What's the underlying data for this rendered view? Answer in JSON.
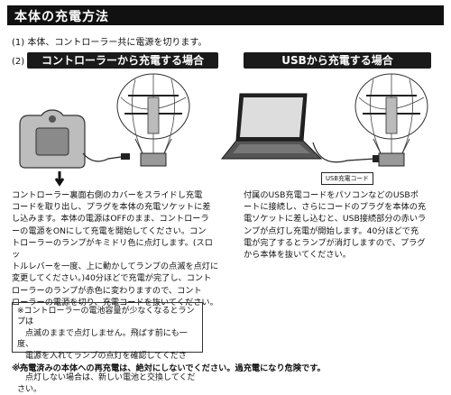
{
  "title": "本体の充電方法",
  "step1": "(1) 本体、コントローラー共に電源を切ります。",
  "step2_number": "(2)",
  "controller_section": {
    "header": "コントローラーから充電する場合",
    "text": "コントローラー裏面右側のカバーをスライドし充電\nコードを取り出し、プラグを本体の充電ソケットに差\nし込みます。本体の電源はOFFのまま、コントローラ\nーの電源をONにして充電を開始してください。コン\nトローラーのランプがキミドリ色に点灯します。(スロッ\nトルレバーを一度、上に動かしてランプの点滅を点灯に\n変更してください。)40分ほどで充電が完了し、コント\nローラーのランプが赤色に変わりますので、コント\nローラーの電源を切り、充電コードを抜いてください。"
  },
  "usb_section": {
    "header": "USBから充電する場合",
    "cable_label": "USB充電コード",
    "text": "付属のUSB充電コードをパソコンなどのUSBポ\nートに接続し、さらにコードのプラグを本体の充\n電ソケットに差し込むと、USB接続部分の赤いラ\nンプが点灯し充電が開始します。40分ほどで充\n電が完了するとランプが消灯しますので、プラグ\nから本体を抜いてください。"
  },
  "note": "※コントローラーの電池容量が少なくなるとランプは\n　点滅のままで点灯しません。飛ばす前にも一度、\n　電源を入れてランプの点灯を確認してください。\n　点灯しない場合は、新しい電池と交換してください。",
  "warning": "※充電済みの本体への再充電は、絶対にしないでください。過充電になり危険です。"
}
